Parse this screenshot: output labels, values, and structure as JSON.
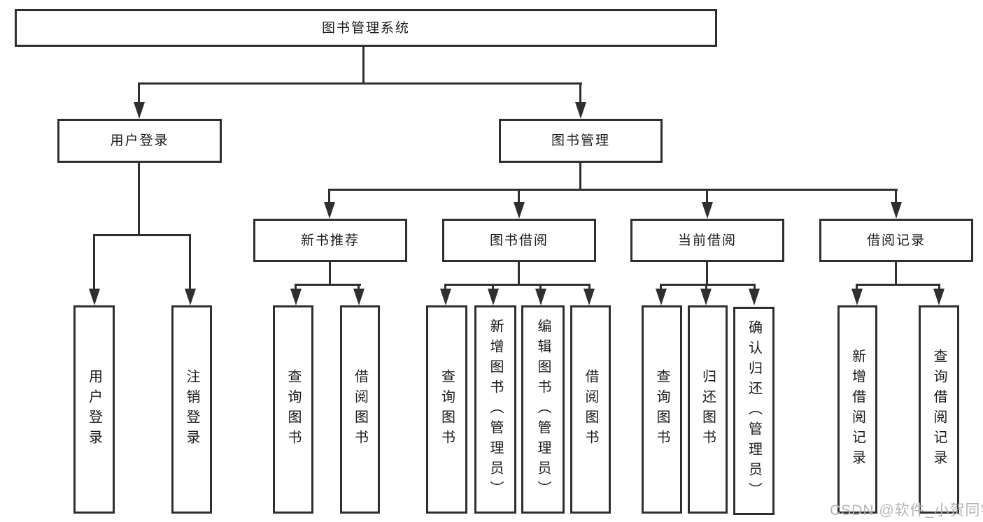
{
  "diagram": {
    "root": {
      "label": "图书管理系统"
    },
    "level2": [
      {
        "label": "用户登录"
      },
      {
        "label": "图书管理"
      }
    ],
    "level3": [
      {
        "label": "新书推荐"
      },
      {
        "label": "图书借阅"
      },
      {
        "label": "当前借阅"
      },
      {
        "label": "借阅记录"
      }
    ],
    "leaves": {
      "user_login": [
        "用户登录",
        "注销登录"
      ],
      "new_book_recommend": [
        "查询图书",
        "借阅图书"
      ],
      "book_borrowing": [
        "查询图书",
        "新增图书（管理员）",
        "编辑图书（管理员）",
        "借阅图书"
      ],
      "current_borrowing": [
        "查询图书",
        "归还图书",
        "确认归还（管理员）"
      ],
      "borrowing_records": [
        "新增借阅记录",
        "查询借阅记录"
      ]
    }
  },
  "watermark": {
    "text": "CSDN @软件_小贺同学"
  },
  "colors": {
    "line": "#2f2f2f",
    "box_fill": "#ffffff",
    "text": "#1c1c1c",
    "watermark": "#b5b5b5",
    "background": "#ffffff"
  }
}
